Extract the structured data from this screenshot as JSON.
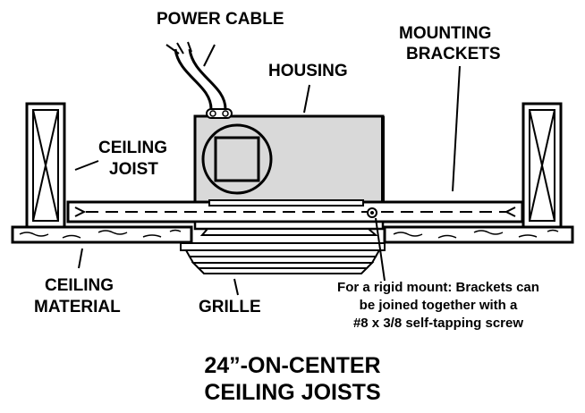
{
  "labels": {
    "power_cable": "POWER CABLE",
    "housing": "HOUSING",
    "mounting_brackets_line1": "MOUNTING",
    "mounting_brackets_line2": "BRACKETS",
    "ceiling_joist_line1": "CEILING",
    "ceiling_joist_line2": "JOIST",
    "ceiling_material_line1": "CEILING",
    "ceiling_material_line2": "MATERIAL",
    "grille": "GRILLE",
    "note_line1": "For a rigid mount: Brackets can",
    "note_line2": "be joined together with a",
    "note_line3": "#8 x 3/8 self-tapping screw"
  },
  "title": {
    "line1": "24”-ON-CENTER",
    "line2": "CEILING JOISTS"
  },
  "colors": {
    "housing_fill": "#d9d9d9",
    "ink": "#000000"
  }
}
